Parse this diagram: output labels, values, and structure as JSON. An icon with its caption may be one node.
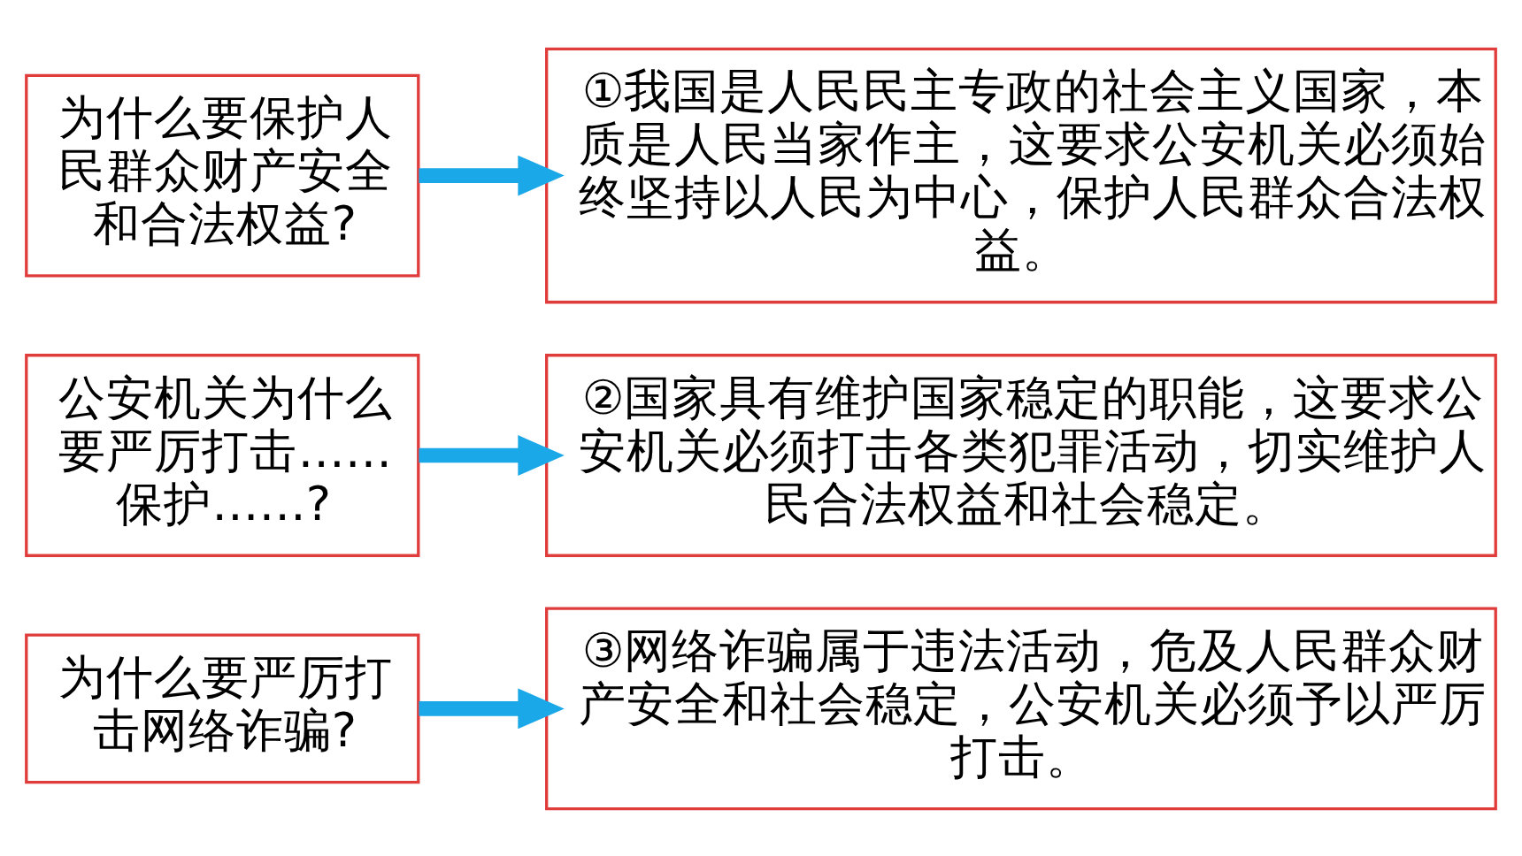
{
  "diagram": {
    "nodes": [
      {
        "text": [
          "为什么要保护人民群众财产安全和合法权益?"
        ]
      },
      {
        "text": [
          "①我国是人民民主专政的社会主义国家，本质是人民当家作主，这要求公安机关必须始终坚持以人民为中心，保护人民群众合法权益。"
        ]
      },
      {
        "text": [
          "公安机关为什么要严厉打击……保护……?"
        ]
      },
      {
        "text": [
          "②国家具有维护国家稳定的职能，这要求公安机关必须打击各类犯罪活动，切实维护人民合法权益和社会稳定。"
        ]
      },
      {
        "text": [
          "为什么要严厉打击网络诈骗?"
        ]
      },
      {
        "text": [
          "③网络诈骗属于违法活动，危及人民群众财产安全和社会稳定，公安机关必须予以严厉打击。"
        ]
      }
    ],
    "edges": [
      {
        "from": 0,
        "to": 1,
        "arrow": "to"
      },
      {
        "from": 2,
        "to": 3,
        "arrow": "to"
      },
      {
        "from": 4,
        "to": 5,
        "arrow": "to"
      }
    ]
  }
}
